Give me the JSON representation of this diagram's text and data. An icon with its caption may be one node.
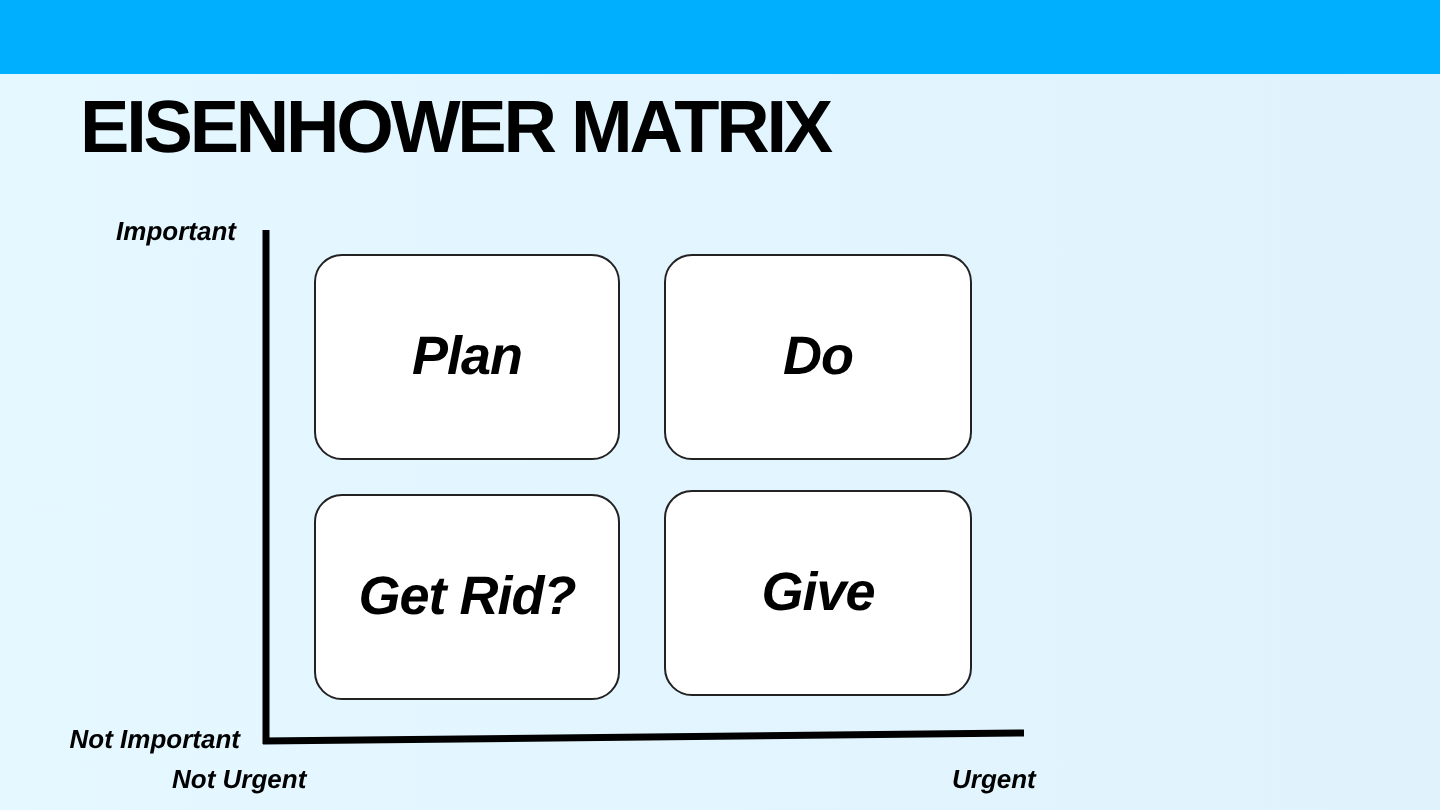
{
  "diagram": {
    "title": "EISENHOWER MATRIX",
    "nodes": [
      {
        "text": [
          "Plan"
        ]
      },
      {
        "text": [
          "Do"
        ]
      },
      {
        "text": [
          "Get Rid?"
        ]
      },
      {
        "text": [
          "Give"
        ]
      }
    ],
    "labels": [
      "Important",
      "Not Important",
      "Not Urgent",
      "Urgent"
    ]
  }
}
